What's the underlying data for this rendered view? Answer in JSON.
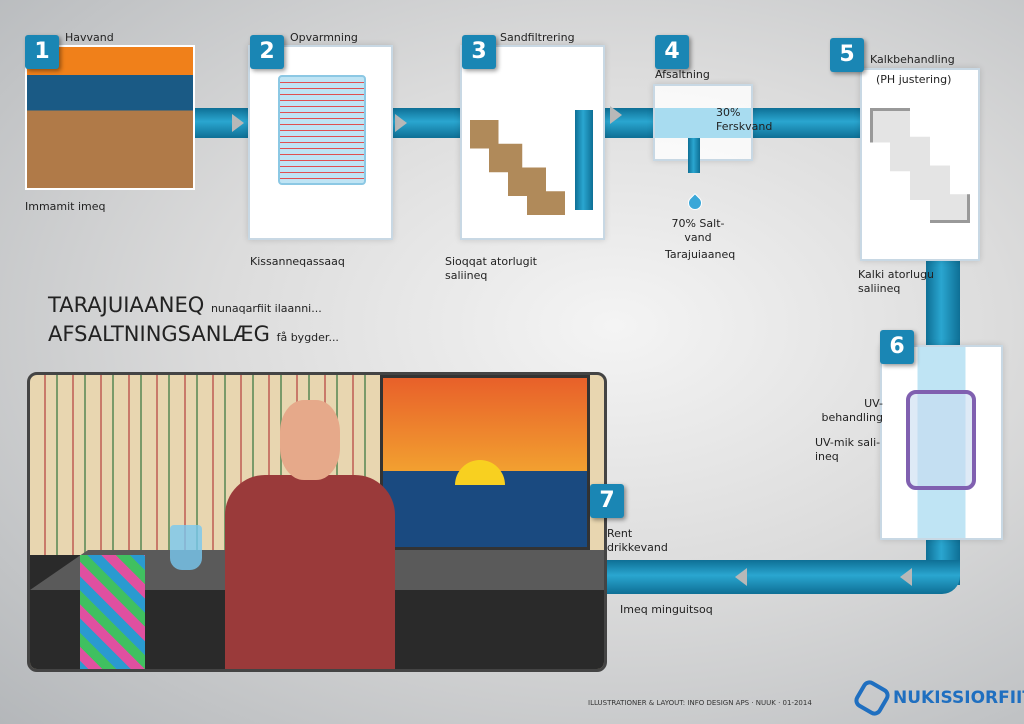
{
  "title": {
    "line1_main": "TARAJUIAANEQ",
    "line1_sub": "nunaqarfiit ilaanni...",
    "line2_main": "AFSALTNINGSANLÆG",
    "line2_sub": "få bygder..."
  },
  "steps": [
    {
      "num": "1",
      "label": "Havvand",
      "caption": "Immamit imeq"
    },
    {
      "num": "2",
      "label": "Opvarmning",
      "caption": "Kissanneqassaaq"
    },
    {
      "num": "3",
      "label": "Sandfiltrering",
      "caption": "Sioqqat atorlugit saliineq"
    },
    {
      "num": "4",
      "label": "Afsaltning",
      "fresh": "30% Ferskvand",
      "salt": "70% Salt-vand",
      "caption": "Tarajuiaaneq"
    },
    {
      "num": "5",
      "label": "Kalkbehandling",
      "sub": "(PH justering)",
      "caption": "Kalki atorlugu saliineq"
    },
    {
      "num": "6",
      "label": "UV-behandling",
      "caption": "UV-mik sali-ineq"
    },
    {
      "num": "7",
      "label": "Rent drikkevand",
      "caption": "Imeq minguitsoq"
    }
  ],
  "footer": {
    "credit": "ILLUSTRATIONER & LAYOUT: INFO DESIGN APS · NUUK · 01-2014",
    "logo": "NUKISSIORFIIT"
  },
  "colors": {
    "pipe": "#1a86b4",
    "badge": "#1a86b4",
    "logo": "#1f6fc0"
  }
}
